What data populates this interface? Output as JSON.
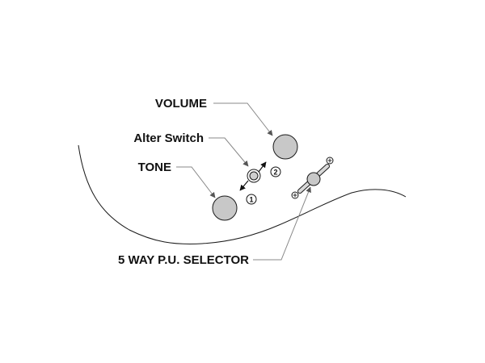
{
  "labels": {
    "volume": "VOLUME",
    "alter_switch": "Alter Switch",
    "tone": "TONE",
    "selector": "5 WAY P.U. SELECTOR"
  },
  "alter_switch_positions": {
    "position_1": "1",
    "position_2": "2"
  },
  "colors": {
    "knob_fill": "#c8c8c8",
    "outline": "#1a1a1a",
    "leader_line": "#888888",
    "background": "#ffffff"
  },
  "icons": {
    "knob": "round-knob-icon",
    "switch": "toggle-switch-icon",
    "screw": "phillips-screw-icon",
    "arrow": "arrow-head-icon"
  }
}
